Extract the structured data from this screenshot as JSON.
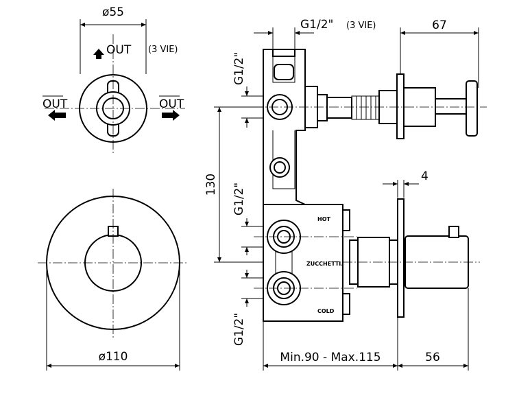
{
  "top_view": {
    "diameter": "ø55",
    "out_up": "OUT",
    "out_left": "OUT",
    "out_right": "OUT",
    "ways_note": "(3 VIE)"
  },
  "front_view": {
    "diameter": "ø110"
  },
  "side_view": {
    "thread_top": "G1/2\"",
    "ways_note": "(3 VIE)",
    "depth_67": "67",
    "thread_left_1": "G1/2\"",
    "thread_left_2": "G1/2\"",
    "thread_left_3": "G1/2\"",
    "height_130": "130",
    "plate_4": "4",
    "label_hot": "HOT",
    "label_cold": "COLD",
    "brand": "ZUCCHETTI.",
    "install_depth": "Min.90 - Max.115",
    "depth_56": "56"
  }
}
